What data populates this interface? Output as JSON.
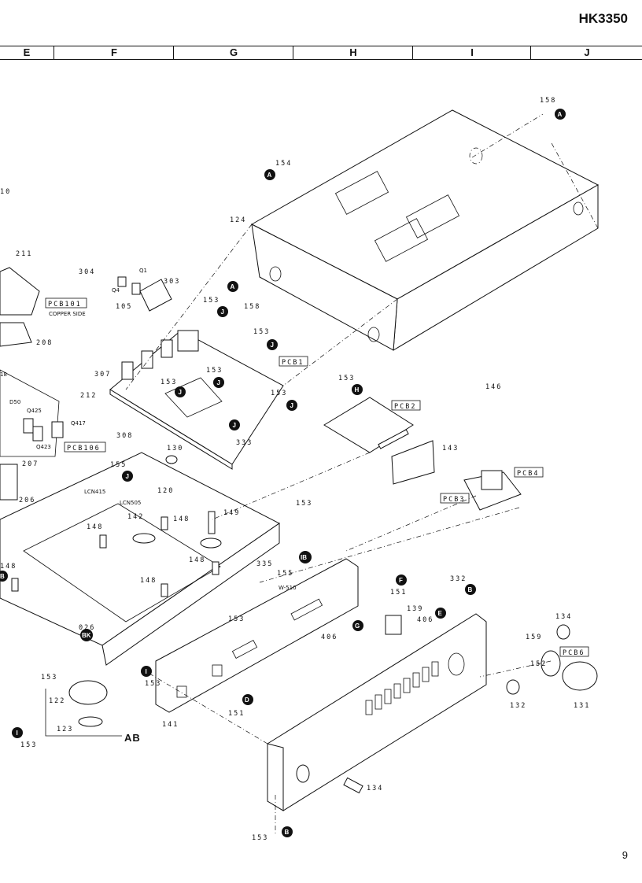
{
  "header": {
    "model": "HK3350",
    "columns": [
      "E",
      "F",
      "G",
      "H",
      "I",
      "J"
    ],
    "page_number": "9"
  },
  "diagram": {
    "callouts": [
      {
        "id": "c158a",
        "text": "158"
      },
      {
        "id": "c154",
        "text": "154"
      },
      {
        "id": "c110",
        "text": "10"
      },
      {
        "id": "c124",
        "text": "124"
      },
      {
        "id": "c211",
        "text": "211"
      },
      {
        "id": "c304",
        "text": "304"
      },
      {
        "id": "c303",
        "text": "303"
      },
      {
        "id": "c105",
        "text": "105"
      },
      {
        "id": "c158b",
        "text": "158"
      },
      {
        "id": "c153a",
        "text": "153"
      },
      {
        "id": "c153b",
        "text": "153"
      },
      {
        "id": "c208",
        "text": "208"
      },
      {
        "id": "c307",
        "text": "307"
      },
      {
        "id": "c153c",
        "text": "153"
      },
      {
        "id": "c153d",
        "text": "153"
      },
      {
        "id": "c153e",
        "text": "153"
      },
      {
        "id": "c153f",
        "text": "153"
      },
      {
        "id": "c212",
        "text": "212"
      },
      {
        "id": "c308",
        "text": "308"
      },
      {
        "id": "c333",
        "text": "333"
      },
      {
        "id": "c146",
        "text": "146"
      },
      {
        "id": "c143",
        "text": "143"
      },
      {
        "id": "c207",
        "text": "207"
      },
      {
        "id": "c155a",
        "text": "155"
      },
      {
        "id": "c130",
        "text": "130"
      },
      {
        "id": "c120",
        "text": "120"
      },
      {
        "id": "c206",
        "text": "206"
      },
      {
        "id": "c142",
        "text": "142"
      },
      {
        "id": "c148a",
        "text": "148"
      },
      {
        "id": "c148b",
        "text": "148"
      },
      {
        "id": "c149",
        "text": "149"
      },
      {
        "id": "c153g",
        "text": "153"
      },
      {
        "id": "c148c",
        "text": "148"
      },
      {
        "id": "c148d",
        "text": "148"
      },
      {
        "id": "c148e",
        "text": "148"
      },
      {
        "id": "c335",
        "text": "335"
      },
      {
        "id": "c155b",
        "text": "155"
      },
      {
        "id": "c151a",
        "text": "151"
      },
      {
        "id": "c332",
        "text": "332"
      },
      {
        "id": "c139",
        "text": "139"
      },
      {
        "id": "c406a",
        "text": "406"
      },
      {
        "id": "c406b",
        "text": "406"
      },
      {
        "id": "c134a",
        "text": "134"
      },
      {
        "id": "c159",
        "text": "159"
      },
      {
        "id": "c152",
        "text": "152"
      },
      {
        "id": "c153h",
        "text": "153"
      },
      {
        "id": "c026",
        "text": "026"
      },
      {
        "id": "c153i",
        "text": "153"
      },
      {
        "id": "c153j",
        "text": "153"
      },
      {
        "id": "c151b",
        "text": "151"
      },
      {
        "id": "c122",
        "text": "122"
      },
      {
        "id": "c123",
        "text": "123"
      },
      {
        "id": "c141",
        "text": "141"
      },
      {
        "id": "c132",
        "text": "132"
      },
      {
        "id": "c131",
        "text": "131"
      },
      {
        "id": "c153k",
        "text": "153"
      },
      {
        "id": "c134b",
        "text": "134"
      },
      {
        "id": "c153l",
        "text": "153"
      }
    ],
    "small_labels": {
      "q1": "Q1",
      "q4": "Q4",
      "copper_side": "COPPER SIDE",
      "d50": "D50",
      "q425": "Q425",
      "q417": "Q417",
      "q423": "Q423",
      "lcn415": "LCN415",
      "lcn505": "LCN505",
      "w510": "W-510",
      "p18": "18"
    },
    "boards": {
      "pcb101": "PCB101",
      "pcb1": "PCB1",
      "pcb2": "PCB2",
      "pcb106": "PCB106",
      "pcb4": "PCB4",
      "pcb3": "PCB3",
      "pcb6": "PCB6"
    },
    "badges": {
      "A1": "A",
      "A2": "A",
      "A3": "A",
      "J1": "J",
      "J2": "J",
      "J3": "J",
      "J4": "J",
      "J5": "J",
      "J6": "J",
      "J7": "J",
      "H": "H",
      "IB": "IB",
      "F": "F",
      "B1": "B",
      "E": "E",
      "G": "G",
      "D": "D",
      "I1": "I",
      "I2": "I",
      "B2": "B",
      "BK": "BK",
      "B3": "B"
    },
    "assembly_label": "AB"
  }
}
